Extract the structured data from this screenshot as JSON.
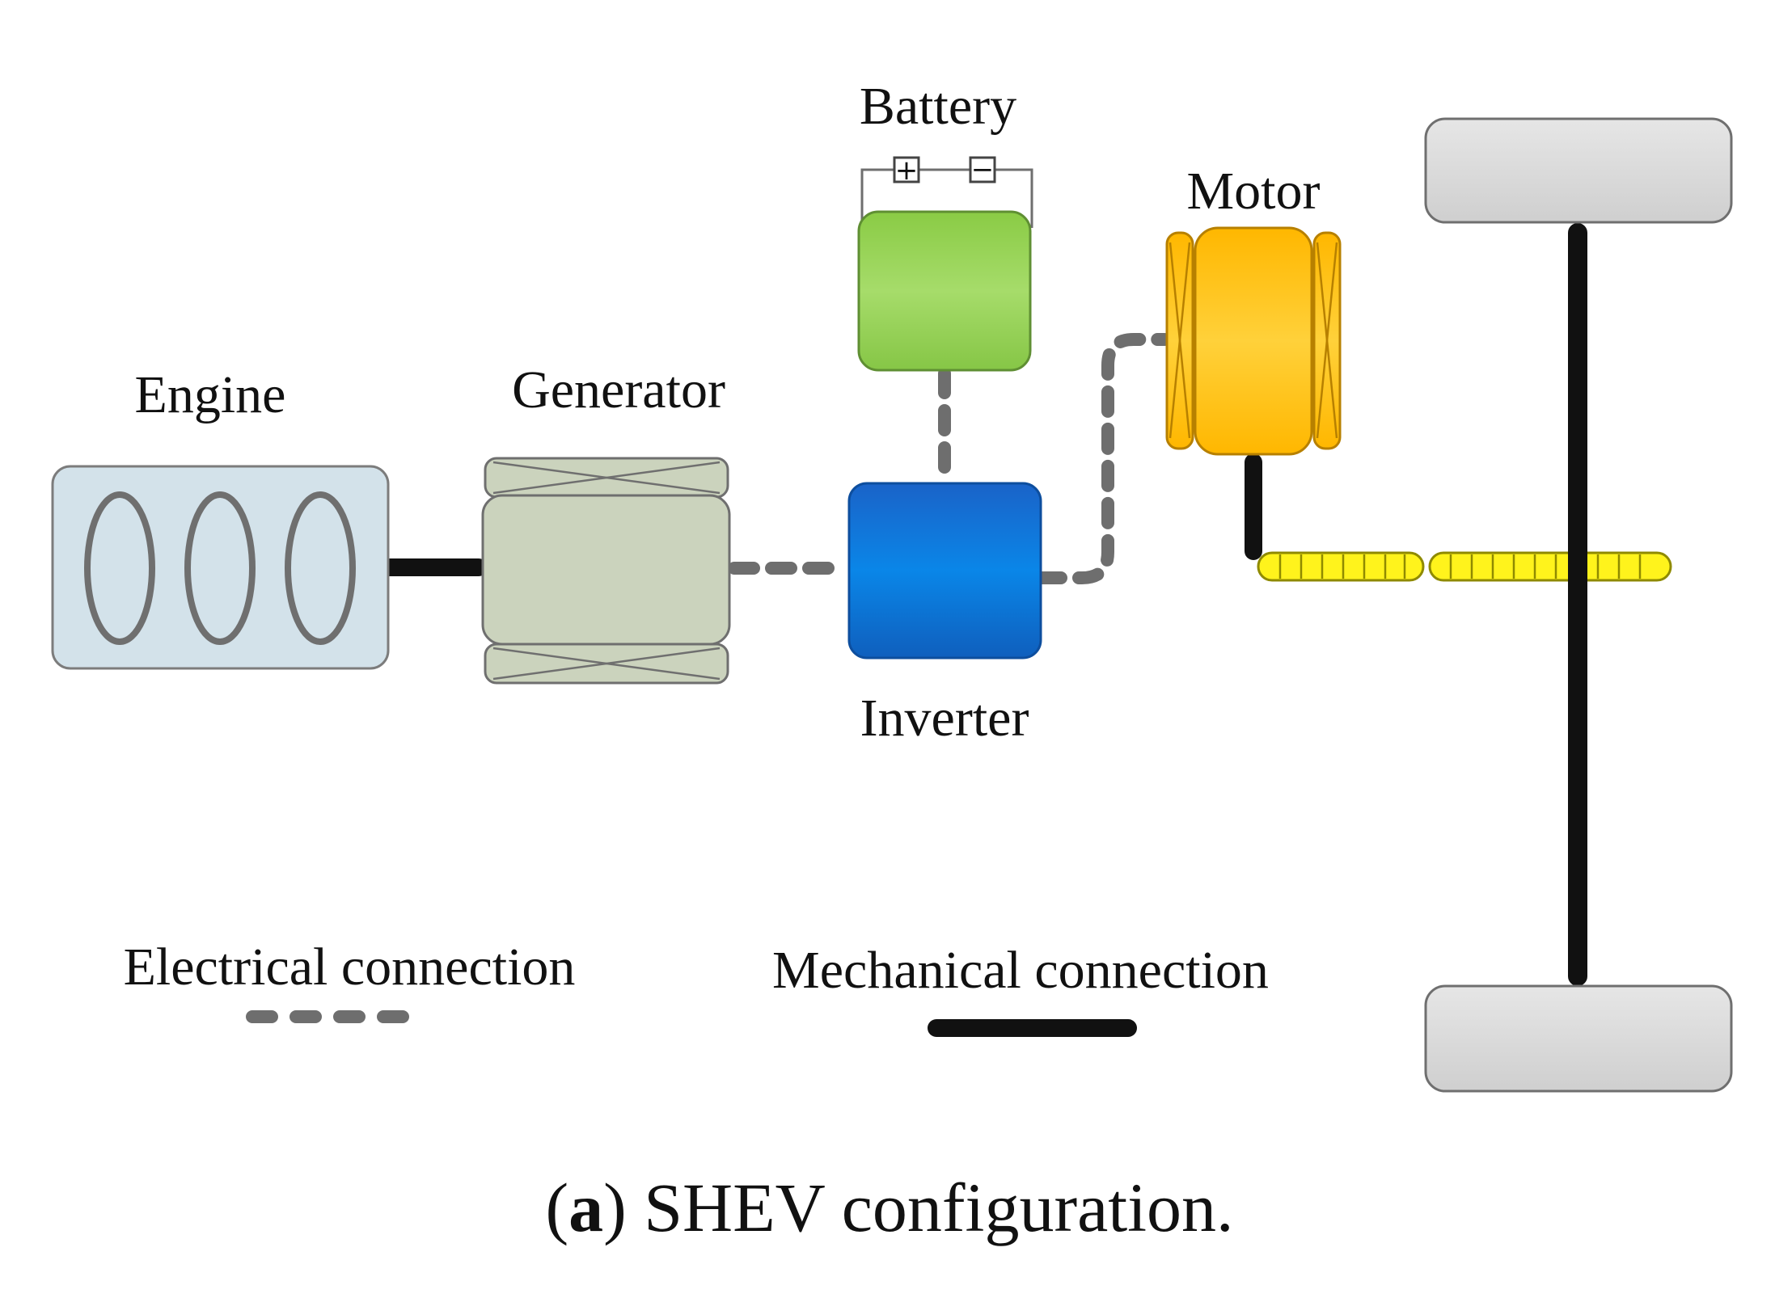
{
  "labels": {
    "engine": "Engine",
    "generator": "Generator",
    "battery": "Battery",
    "inverter": "Inverter",
    "motor": "Motor"
  },
  "legend": {
    "electrical": "Electrical connection",
    "mechanical": "Mechanical connection"
  },
  "caption": {
    "open": "(",
    "letter": "a",
    "rest": ") SHEV configuration."
  },
  "battery_terminals": {
    "positive": "+",
    "negative": "−"
  },
  "colors": {
    "engine_fill": "#d3e2ea",
    "generator_fill": "#cbd3bd",
    "battery_fill": "#8fce4c",
    "inverter_fill": "#0c7fd6",
    "motor_fill": "#ffbf14",
    "gear_fill": "#fff31c",
    "wheel_fill": "#dcdcdc",
    "electrical_line": "#6e6e6e",
    "mechanical_line": "#111111"
  }
}
